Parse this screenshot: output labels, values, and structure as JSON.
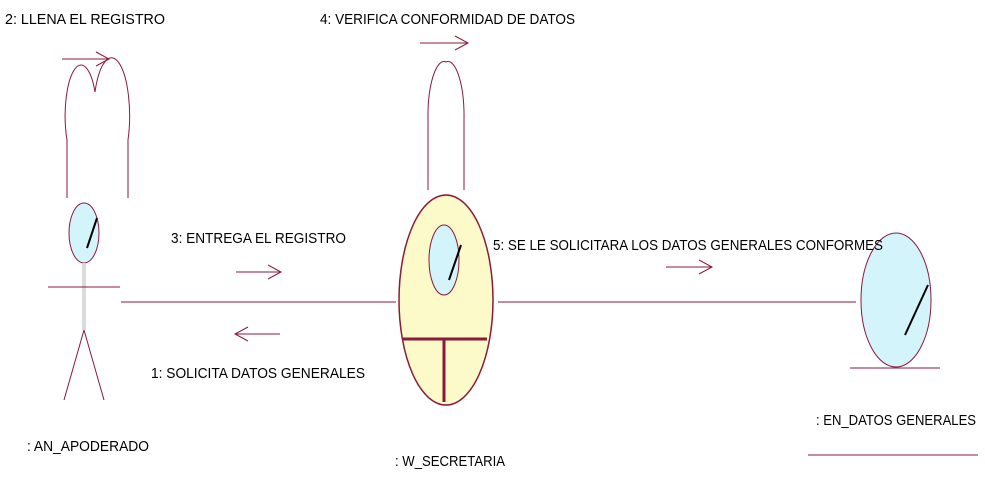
{
  "diagram": {
    "type": "uml-collaboration",
    "colors": {
      "line": "#8b1a3a",
      "ellipse_fill": "#fbfac8",
      "head_fill": "#d4f4fb",
      "text": "#000000"
    },
    "objects": {
      "actor": {
        "label": ": AN_APODERADO",
        "icon": "actor-stick-figure"
      },
      "control": {
        "label": ": W_SECRETARIA",
        "icon": "control-object-icon"
      },
      "entity": {
        "label": ": EN_DATOS GENERALES",
        "icon": "entity-object-icon"
      }
    },
    "messages": [
      {
        "text": "1: SOLICITA  DATOS GENERALES",
        "direction": "left"
      },
      {
        "text": "2: LLENA EL REGISTRO",
        "direction": "right"
      },
      {
        "text": "3: ENTREGA EL REGISTRO",
        "direction": "right"
      },
      {
        "text": "4: VERIFICA  CONFORMIDAD DE DATOS",
        "direction": "right"
      },
      {
        "text": "5: SE LE SOLICITARA LOS DATOS GENERALES CONFORMES",
        "direction": "right"
      }
    ]
  }
}
